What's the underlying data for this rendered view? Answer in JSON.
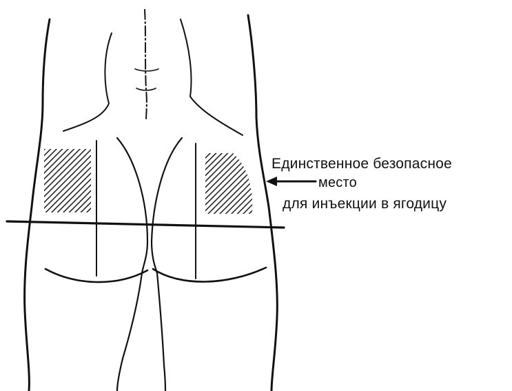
{
  "annotation": {
    "line1": "Единственное безопасное",
    "line2": "место",
    "line3": "для инъекции в ягодицу"
  },
  "colors": {
    "ink": "#111111",
    "background": "#ffffff"
  }
}
